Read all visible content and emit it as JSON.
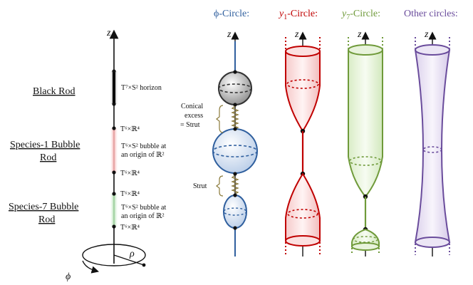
{
  "headers": {
    "phi": "ϕ-Circle:",
    "y1_sym": "y",
    "y1_sub": "1",
    "y1_rest": "-Circle:",
    "y7_sym": "y",
    "y7_sub": "7",
    "y7_rest": "-Circle:",
    "other": "Other circles:"
  },
  "axis": {
    "z": "z",
    "rho": "ρ",
    "phi": "ϕ"
  },
  "rods": {
    "black": "Black Rod",
    "species1_line1": "Species-1 Bubble",
    "species1_line2": "Rod",
    "species7_line1": "Species-7 Bubble",
    "species7_line2": "Rod"
  },
  "annotations": {
    "horizon": "T⁷×S² horizon",
    "t6r4": "T⁶×ℝ⁴",
    "bubble_line1": "T⁶×S² bubble at",
    "bubble_line2": "an origin of ℝ²",
    "conical1": "Conical",
    "conical2": "excess",
    "conical3": "= Strut",
    "strut": "Strut"
  },
  "colors": {
    "phi": "#2f5f9e",
    "y1": "#c00000",
    "y7": "#6f9a3a",
    "other": "#6a4c9c",
    "strut": "#8b7a3a",
    "black_rod_glow": "#9a9a9a",
    "species1_glow": "#f0a0a0",
    "species7_glow": "#a8d8a8"
  }
}
